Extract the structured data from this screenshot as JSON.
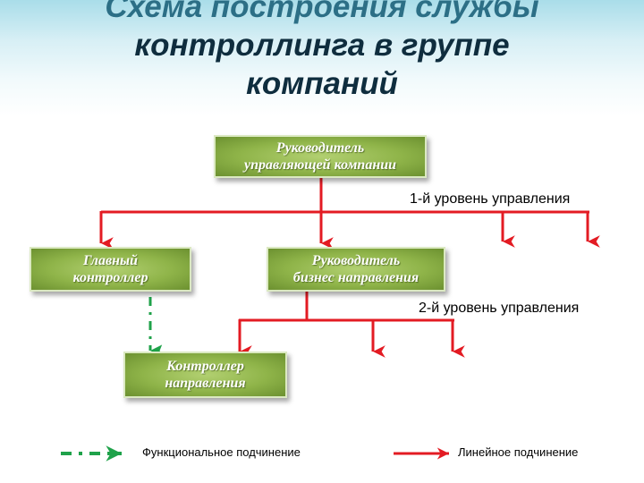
{
  "title": {
    "line1": "Схема построения службы",
    "line2": "контроллинга в группе",
    "line3": "компаний"
  },
  "boxes": {
    "head": {
      "line1": "Руководитель",
      "line2": "управляющей компании"
    },
    "chief_controller": {
      "line1": "Главный",
      "line2": "контроллер"
    },
    "business_head": {
      "line1": "Руководитель",
      "line2": "бизнес направления"
    },
    "direction_controller": {
      "line1": "Контроллер",
      "line2": "направления"
    }
  },
  "levels": {
    "level1": "1-й уровень управления",
    "level2": "2-й уровень управления"
  },
  "legend": {
    "functional": "Функциональное подчинение",
    "linear": "Линейное подчинение"
  },
  "colors": {
    "linear_line": "#e31b23",
    "functional_line": "#1fa24a",
    "box_fill": "#8fb449"
  }
}
